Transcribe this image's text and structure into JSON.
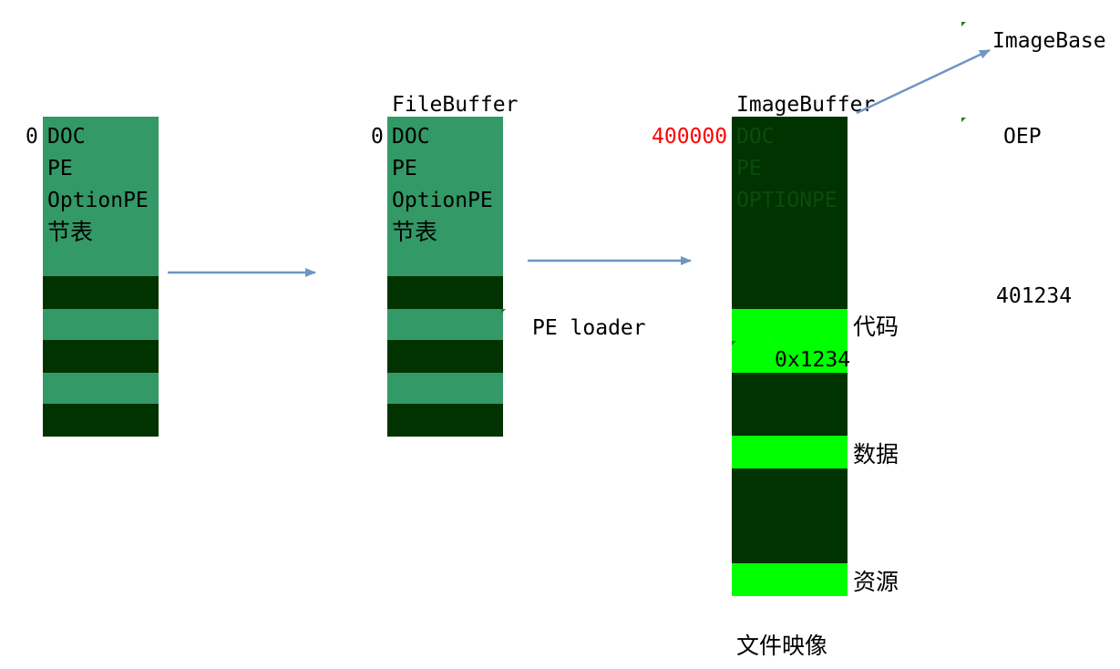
{
  "colors": {
    "header_fill": "#339966",
    "dark_fill": "#003300",
    "bright_fill": "#00ff00",
    "arrow": "#6d96c2",
    "red_text": "#ff0000"
  },
  "file_column": {
    "offset": "0",
    "rows": [
      "DOC",
      "PE",
      "OptionPE",
      "节表"
    ]
  },
  "filebuffer_column": {
    "title": "FileBuffer",
    "offset": "0",
    "rows": [
      "DOC",
      "PE",
      "OptionPE",
      "节表"
    ],
    "loader_label": "PE loader"
  },
  "imagebuffer_column": {
    "title": "ImageBuffer",
    "base_address": "400000",
    "rows": [
      "DOC",
      "PE",
      "OPTIONPE"
    ],
    "code_offset": "0x1234",
    "sections": [
      "代码",
      "数据",
      "资源"
    ],
    "caption": "文件映像"
  },
  "annotations": {
    "image_base": "ImageBase",
    "oep": "OEP",
    "oep_address": "401234"
  }
}
